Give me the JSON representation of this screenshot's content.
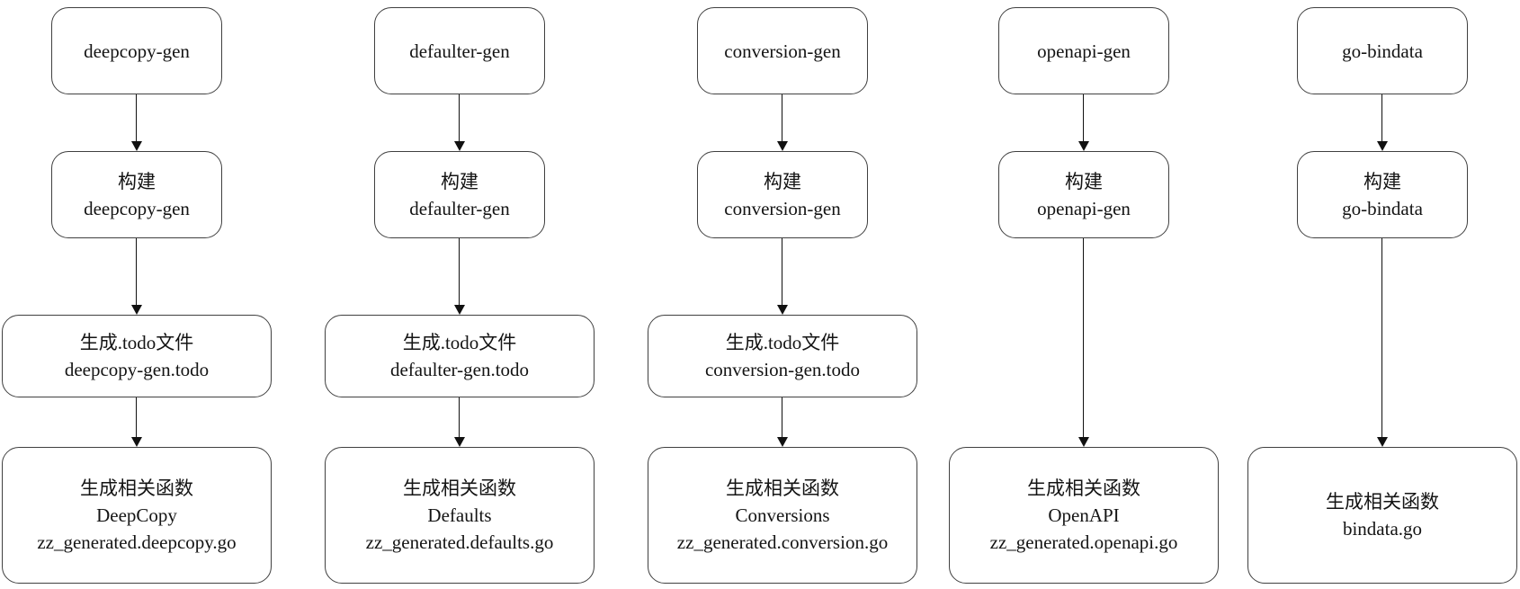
{
  "diagram": {
    "title": "code generator pipelines",
    "colors": {
      "background": "#ffffff",
      "border": "#404040",
      "text": "#141414",
      "arrow": "#111111"
    },
    "columns": [
      {
        "id": "deepcopy-gen",
        "boxes": [
          {
            "lines": [
              "deepcopy-gen"
            ]
          },
          {
            "lines": [
              "构建",
              "deepcopy-gen"
            ]
          },
          {
            "lines": [
              "生成.todo文件",
              "deepcopy-gen.todo"
            ]
          },
          {
            "lines": [
              "生成相关函数",
              "DeepCopy",
              "zz_generated.deepcopy.go"
            ]
          }
        ]
      },
      {
        "id": "defaulter-gen",
        "boxes": [
          {
            "lines": [
              "defaulter-gen"
            ]
          },
          {
            "lines": [
              "构建",
              "defaulter-gen"
            ]
          },
          {
            "lines": [
              "生成.todo文件",
              "defaulter-gen.todo"
            ]
          },
          {
            "lines": [
              "生成相关函数",
              "Defaults",
              "zz_generated.defaults.go"
            ]
          }
        ]
      },
      {
        "id": "conversion-gen",
        "boxes": [
          {
            "lines": [
              "conversion-gen"
            ]
          },
          {
            "lines": [
              "构建",
              "conversion-gen"
            ]
          },
          {
            "lines": [
              "生成.todo文件",
              "conversion-gen.todo"
            ]
          },
          {
            "lines": [
              "生成相关函数",
              "Conversions",
              "zz_generated.conversion.go"
            ]
          }
        ]
      },
      {
        "id": "openapi-gen",
        "boxes": [
          {
            "lines": [
              "openapi-gen"
            ]
          },
          {
            "lines": [
              "构建",
              "openapi-gen"
            ]
          },
          null,
          {
            "lines": [
              "生成相关函数",
              "OpenAPI",
              "zz_generated.openapi.go"
            ]
          }
        ]
      },
      {
        "id": "go-bindata",
        "boxes": [
          {
            "lines": [
              "go-bindata"
            ]
          },
          {
            "lines": [
              "构建",
              "go-bindata"
            ]
          },
          null,
          {
            "lines": [
              "生成相关函数",
              "bindata.go"
            ]
          }
        ]
      }
    ]
  }
}
